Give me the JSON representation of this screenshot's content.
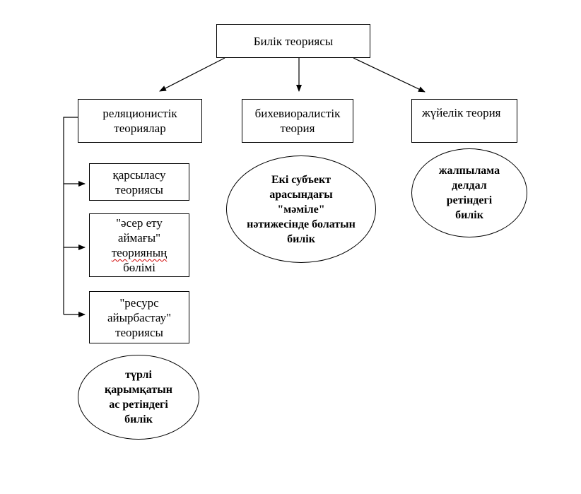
{
  "root": {
    "label": "Билік теориясы"
  },
  "categories": [
    {
      "label": "реляционистік теориялар"
    },
    {
      "label": "бихевиоралистік теория"
    },
    {
      "label": "жүйелік теория"
    }
  ],
  "relational_subtypes": [
    {
      "label": "қарсыласу теориясы"
    },
    {
      "label_line1": "\"әсер ету аймағы\"",
      "label_misspelled": "теорияның",
      "label_line3": "бөлімі"
    },
    {
      "label": "\"ресурс айырбастау\" теориясы"
    }
  ],
  "definitions": {
    "relational": "түрлі қарымқатын ас ретіндегі билік",
    "behavioral": "Екі субъект арасындағы \"мәміле\" нәтижесінде болатын билік",
    "systemic": "жалпылама делдал ретіндегі билік"
  }
}
